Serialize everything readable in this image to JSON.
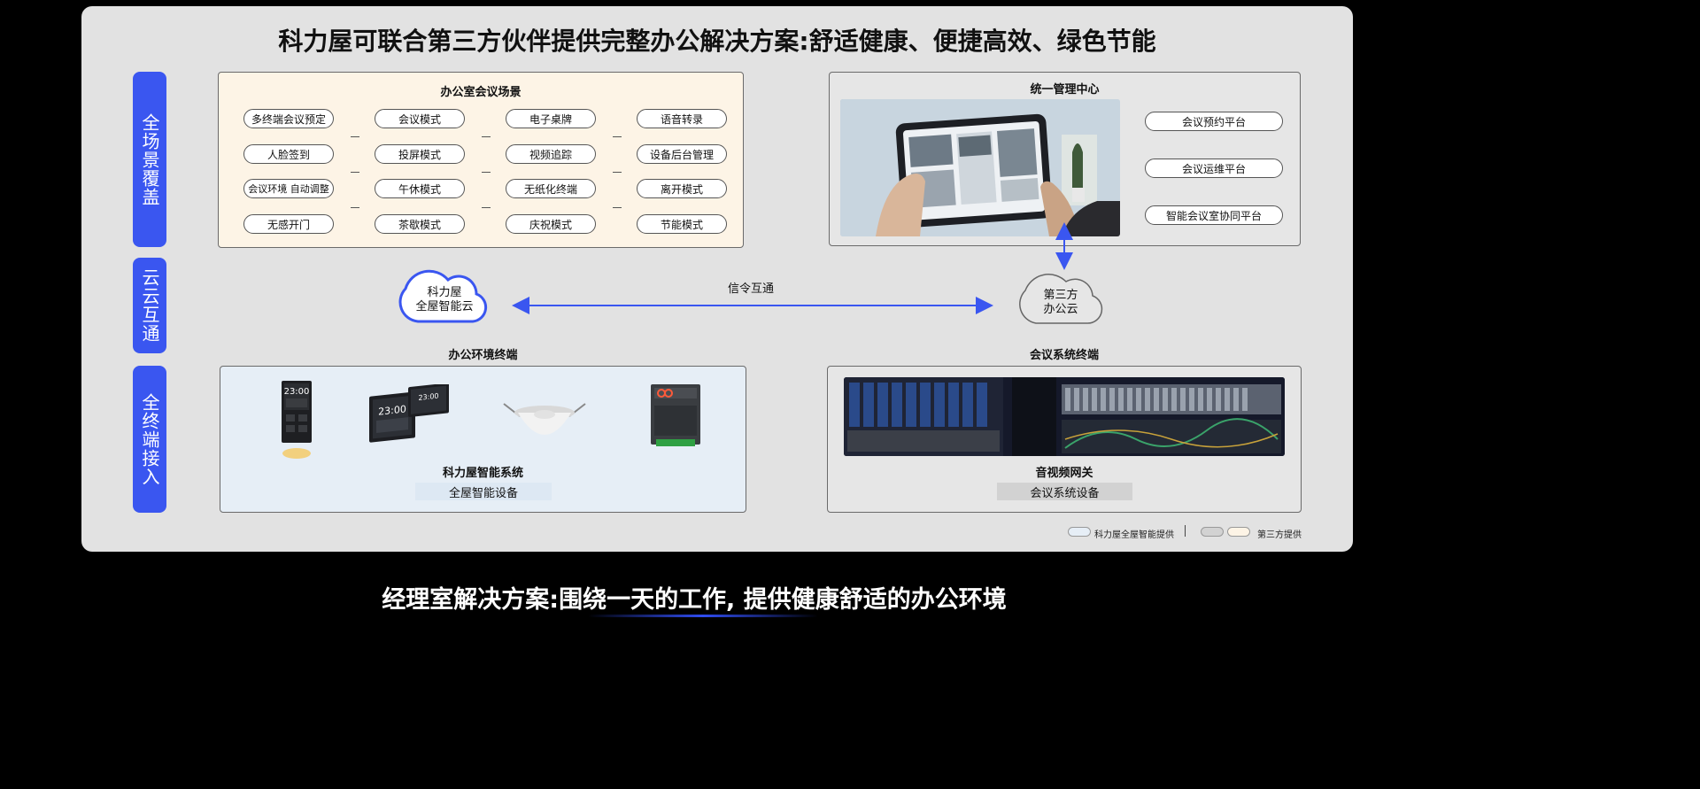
{
  "main_title": "科力屋可联合第三方伙伴提供完整办公解决方案:舒适健康、便捷高效、绿色节能",
  "side_tabs": [
    "全场景覆盖",
    "云云互通",
    "全终端接入"
  ],
  "scene_box": {
    "title": "办公室会议场景",
    "columns": [
      [
        "多终端会议预定",
        "人脸签到",
        "会议环境 自动调整",
        "无感开门"
      ],
      [
        "会议模式",
        "投屏模式",
        "午休模式",
        "茶歇模式"
      ],
      [
        "电子桌牌",
        "视频追踪",
        "无纸化终端",
        "庆祝模式"
      ],
      [
        "语音转录",
        "设备后台管理",
        "离开模式",
        "节能模式"
      ]
    ]
  },
  "mgmt_box": {
    "title": "统一管理中心",
    "platforms": [
      "会议预约平台",
      "会议运维平台",
      "智能会议室协同平台"
    ]
  },
  "clouds": {
    "left": [
      "科力屋",
      "全屋智能云"
    ],
    "right": [
      "第三方",
      "办公云"
    ],
    "link_label": "信令互通"
  },
  "office_box": {
    "heading": "办公环境终端",
    "system_label": "科力屋智能系统",
    "tag": "全屋智能设备",
    "panel_time": "23:00",
    "panel_time_2": "23:00",
    "panel_time_3": "23:00"
  },
  "meeting_box": {
    "heading": "会议系统终端",
    "gateway_label": "音视频网关",
    "tag": "会议系统设备"
  },
  "legend": {
    "item1": "科力屋全屋智能提供",
    "item2": "第三方提供"
  },
  "colors": {
    "accent_blue": "#3a56f0",
    "panel_bg": "#e2e2e2",
    "third_party_fill": "#fdf4e6",
    "kelivo_fill": "#e6eef6"
  },
  "footer_title": "经理室解决方案:围绕一天的工作, 提供健康舒适的办公环境"
}
